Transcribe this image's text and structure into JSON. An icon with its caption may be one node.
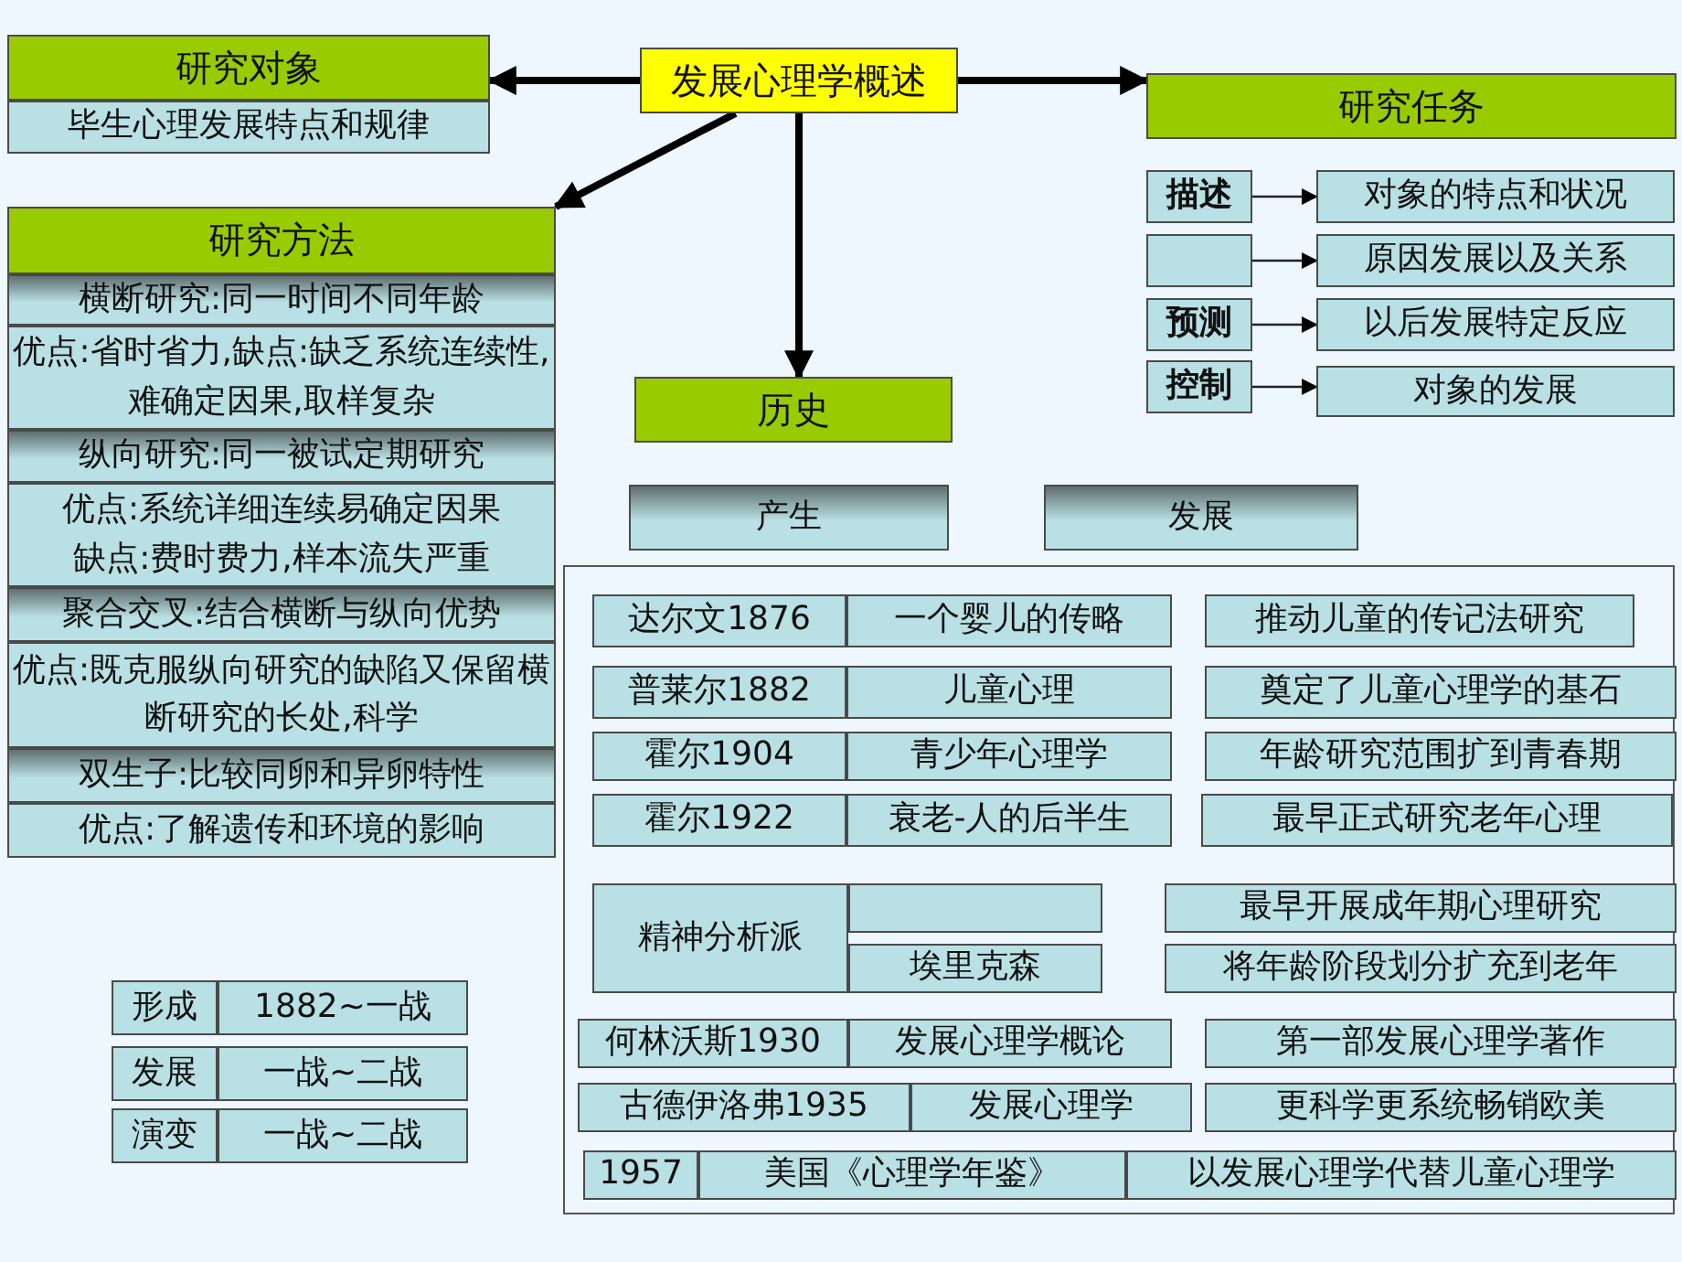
{
  "diagram": {
    "nodes": [
      {
        "text": [
          "发展心理学概述"
        ]
      },
      {
        "text": [
          "研究对象"
        ]
      },
      {
        "text": [
          "毕生心理发展特点和规律"
        ]
      },
      {
        "text": [
          "研究方法"
        ]
      },
      {
        "text": [
          "横断研究:同一时间不同年龄"
        ]
      },
      {
        "text": [
          "优点:省时省力,缺点:缺乏系统连续性,难确定因果,取样复杂"
        ]
      },
      {
        "text": [
          "纵向研究:同一被试定期研究"
        ]
      },
      {
        "text": [
          "优点:系统详细连续易确定因果",
          "缺点:费时费力,样本流失严重"
        ]
      },
      {
        "text": [
          "聚合交叉:结合横断与纵向优势"
        ]
      },
      {
        "text": [
          "优点:既克服纵向研究的缺陷又保留横断研究的长处,科学"
        ]
      },
      {
        "text": [
          "双生子:比较同卵和异卵特性"
        ]
      },
      {
        "text": [
          "优点:了解遗传和环境的影响"
        ]
      },
      {
        "text": [
          "研究任务"
        ]
      },
      {
        "text": [
          "描述"
        ]
      },
      {
        "text": [
          "对象的特点和状况"
        ]
      },
      {
        "text": [],
        "shape": "box"
      },
      {
        "text": [
          "原因发展以及关系"
        ]
      },
      {
        "text": [
          "预测"
        ]
      },
      {
        "text": [
          "以后发展特定反应"
        ]
      },
      {
        "text": [
          "控制"
        ]
      },
      {
        "text": [
          "对象的发展"
        ]
      },
      {
        "text": [
          "历史"
        ]
      },
      {
        "text": [
          "产生"
        ]
      },
      {
        "text": [
          "发展"
        ]
      },
      {
        "text": [],
        "shape": "box"
      },
      {
        "text": [
          "达尔文1876"
        ],
        "in": 24
      },
      {
        "text": [
          "一个婴儿的传略"
        ],
        "in": 24
      },
      {
        "text": [
          "推动儿童的传记法研究"
        ],
        "in": 24
      },
      {
        "text": [
          "普莱尔1882"
        ],
        "in": 24
      },
      {
        "text": [
          "儿童心理"
        ],
        "in": 24
      },
      {
        "text": [
          "奠定了儿童心理学的基石"
        ],
        "in": 24
      },
      {
        "text": [
          "霍尔1904"
        ],
        "in": 24
      },
      {
        "text": [
          "青少年心理学"
        ],
        "in": 24
      },
      {
        "text": [
          "年龄研究范围扩到青春期"
        ],
        "in": 24
      },
      {
        "text": [
          "霍尔1922"
        ],
        "in": 24
      },
      {
        "text": [
          "衰老-人的后半生"
        ],
        "in": 24
      },
      {
        "text": [
          "最早正式研究老年心理"
        ],
        "in": 24
      },
      {
        "text": [
          "精神分析派"
        ],
        "in": 24
      },
      {
        "text": [],
        "shape": "box",
        "in": 24
      },
      {
        "text": [
          "最早开展成年期心理研究"
        ],
        "in": 24
      },
      {
        "text": [
          "埃里克森"
        ],
        "in": 24
      },
      {
        "text": [
          "将年龄阶段划分扩充到老年"
        ],
        "in": 24
      },
      {
        "text": [
          "何林沃斯1930"
        ],
        "in": 24
      },
      {
        "text": [
          "发展心理学概论"
        ],
        "in": 24
      },
      {
        "text": [
          "第一部发展心理学著作"
        ],
        "in": 24
      },
      {
        "text": [
          "古德伊洛弗1935"
        ],
        "in": 24
      },
      {
        "text": [
          "发展心理学"
        ],
        "in": 24
      },
      {
        "text": [
          "更科学更系统畅销欧美"
        ],
        "in": 24
      },
      {
        "text": [
          "1957"
        ],
        "in": 24
      },
      {
        "text": [
          "美国《心理学年鉴》"
        ],
        "in": 24
      },
      {
        "text": [
          "以发展心理学代替儿童心理学"
        ],
        "in": 24
      },
      {
        "text": [
          "形成"
        ]
      },
      {
        "text": [
          "1882~一战"
        ]
      },
      {
        "text": [
          "发展"
        ]
      },
      {
        "text": [
          "一战~二战"
        ]
      },
      {
        "text": [
          "演变"
        ]
      },
      {
        "text": [
          "一战~二战"
        ]
      }
    ],
    "edges": [
      {
        "from": 0,
        "to": 1,
        "arrow": "to",
        "style": "thick"
      },
      {
        "from": 0,
        "to": 12,
        "arrow": "to",
        "style": "thick"
      },
      {
        "from": 0,
        "to": 3,
        "arrow": "to",
        "style": "thick"
      },
      {
        "from": 0,
        "to": 21,
        "arrow": "to",
        "style": "thick"
      },
      {
        "from": 13,
        "to": 14,
        "arrow": "to"
      },
      {
        "from": 15,
        "to": 16,
        "arrow": "to"
      },
      {
        "from": 17,
        "to": 18,
        "arrow": "to"
      },
      {
        "from": 19,
        "to": 20,
        "arrow": "to"
      }
    ]
  }
}
